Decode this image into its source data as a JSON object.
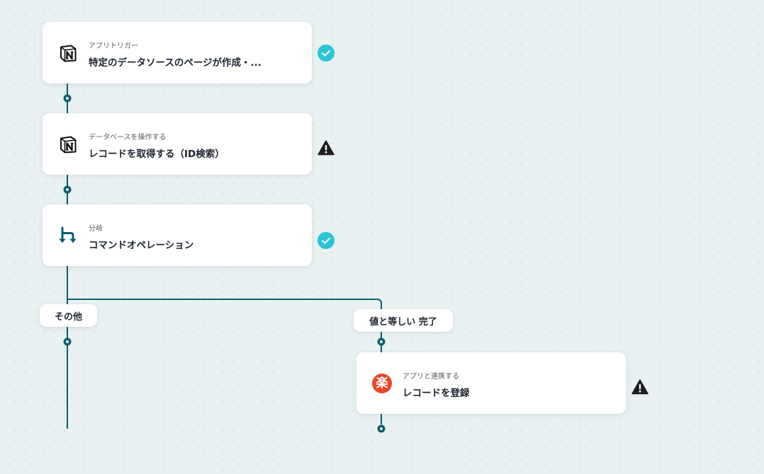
{
  "colors": {
    "connector": "#0d5c70",
    "success": "#2cc4d4",
    "warning": "#1e1e1e",
    "rakuten": "#e8472c"
  },
  "steps": [
    {
      "icon": "notion-icon",
      "subtitle": "アプリトリガー",
      "title": "特定のデータソースのページが作成・...",
      "status": "success"
    },
    {
      "icon": "notion-icon",
      "subtitle": "データベースを操作する",
      "title": "レコードを取得する（ID検索）",
      "status": "warning"
    },
    {
      "icon": "branch-icon",
      "subtitle": "分岐",
      "title": "コマンドオペレーション",
      "status": "success"
    },
    {
      "icon": "rakuten-icon",
      "subtitle": "アプリと連携する",
      "title": "レコードを登録",
      "status": "warning"
    }
  ],
  "branches": {
    "left_label": "その他",
    "right_label": "値と等しい 完了"
  },
  "rakuten_glyph": "楽"
}
